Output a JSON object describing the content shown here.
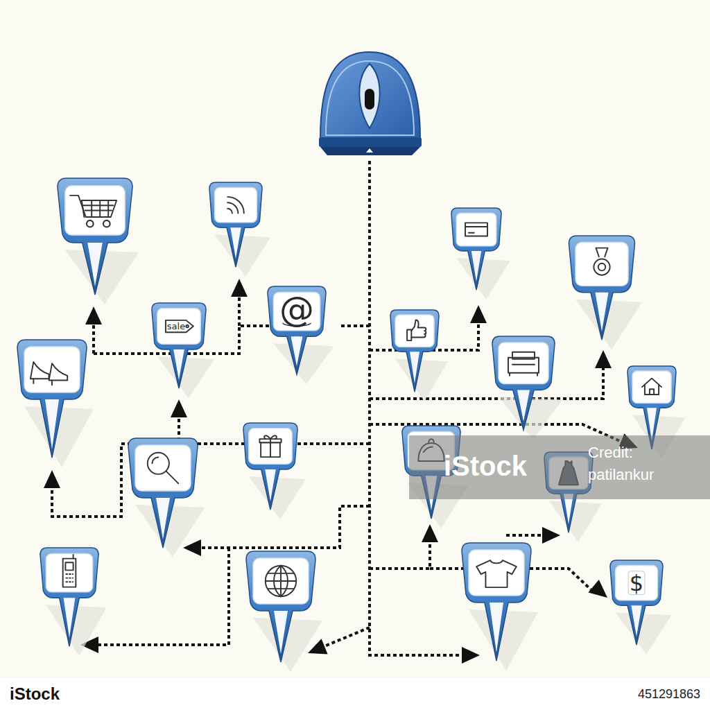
{
  "diagram": {
    "nodes": [
      {
        "text": [
          "sale"
        ]
      },
      {
        "text": [
          "@"
        ]
      },
      {
        "text": [
          "$"
        ]
      }
    ],
    "labels": [
      "iStock",
      "Credit:",
      "patilankur",
      "iStock",
      "451291863"
    ]
  }
}
